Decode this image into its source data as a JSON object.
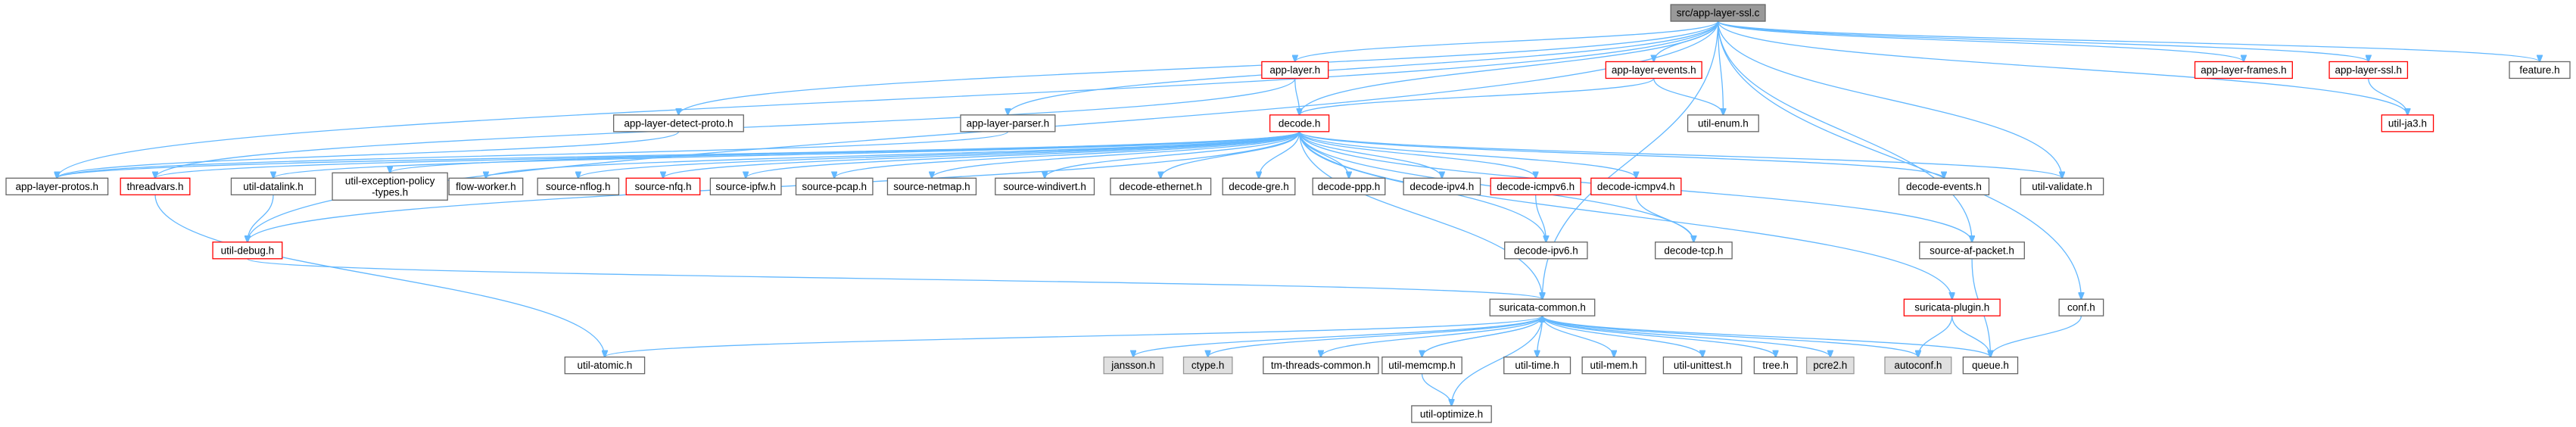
{
  "colors": {
    "edge": "#63b8ff",
    "root_fill": "#999999",
    "root_border": "#666666",
    "normal_fill": "#ffffff",
    "normal_border": "#666666",
    "red_border": "#ff0000",
    "grey_fill": "#e0e0e0",
    "grey_border": "#999999"
  },
  "nodes": [
    {
      "id": "root",
      "label": "src/app-layer-ssl.c",
      "style": "root"
    },
    {
      "id": "applayer",
      "label": "app-layer.h",
      "style": "red"
    },
    {
      "id": "alevents",
      "label": "app-layer-events.h",
      "style": "red"
    },
    {
      "id": "alframes",
      "label": "app-layer-frames.h",
      "style": "red"
    },
    {
      "id": "alssl",
      "label": "app-layer-ssl.h",
      "style": "red"
    },
    {
      "id": "feature",
      "label": "feature.h",
      "style": "normal"
    },
    {
      "id": "detectproto",
      "label": "app-layer-detect-proto.h",
      "style": "normal"
    },
    {
      "id": "alparser",
      "label": "app-layer-parser.h",
      "style": "normal"
    },
    {
      "id": "utilenum",
      "label": "util-enum.h",
      "style": "normal"
    },
    {
      "id": "utilja3",
      "label": "util-ja3.h",
      "style": "red"
    },
    {
      "id": "decode",
      "label": "decode.h",
      "style": "red"
    },
    {
      "id": "alprotos",
      "label": "app-layer-protos.h",
      "style": "normal"
    },
    {
      "id": "threadvars",
      "label": "threadvars.h",
      "style": "red"
    },
    {
      "id": "utildatalink",
      "label": "util-datalink.h",
      "style": "normal"
    },
    {
      "id": "utilexc",
      "label": "util-exception-policy\n-types.h",
      "style": "normal"
    },
    {
      "id": "flowworker",
      "label": "flow-worker.h",
      "style": "normal"
    },
    {
      "id": "srcnflog",
      "label": "source-nflog.h",
      "style": "normal"
    },
    {
      "id": "srcnfq",
      "label": "source-nfq.h",
      "style": "red"
    },
    {
      "id": "srcipfw",
      "label": "source-ipfw.h",
      "style": "normal"
    },
    {
      "id": "srcpcap",
      "label": "source-pcap.h",
      "style": "normal"
    },
    {
      "id": "srcnetmap",
      "label": "source-netmap.h",
      "style": "normal"
    },
    {
      "id": "srcwindivert",
      "label": "source-windivert.h",
      "style": "normal"
    },
    {
      "id": "decether",
      "label": "decode-ethernet.h",
      "style": "normal"
    },
    {
      "id": "decgre",
      "label": "decode-gre.h",
      "style": "normal"
    },
    {
      "id": "decppp",
      "label": "decode-ppp.h",
      "style": "normal"
    },
    {
      "id": "decipv4",
      "label": "decode-ipv4.h",
      "style": "normal"
    },
    {
      "id": "decicmpv6",
      "label": "decode-icmpv6.h",
      "style": "red"
    },
    {
      "id": "decicmpv4",
      "label": "decode-icmpv4.h",
      "style": "red"
    },
    {
      "id": "decevents",
      "label": "decode-events.h",
      "style": "normal"
    },
    {
      "id": "utilvalidate",
      "label": "util-validate.h",
      "style": "normal"
    },
    {
      "id": "utildebug",
      "label": "util-debug.h",
      "style": "red"
    },
    {
      "id": "decipv6",
      "label": "decode-ipv6.h",
      "style": "normal"
    },
    {
      "id": "dectcp",
      "label": "decode-tcp.h",
      "style": "normal"
    },
    {
      "id": "srcafpacket",
      "label": "source-af-packet.h",
      "style": "normal"
    },
    {
      "id": "conf",
      "label": "conf.h",
      "style": "normal"
    },
    {
      "id": "suricommon",
      "label": "suricata-common.h",
      "style": "normal"
    },
    {
      "id": "suriplugin",
      "label": "suricata-plugin.h",
      "style": "red"
    },
    {
      "id": "utilatomic",
      "label": "util-atomic.h",
      "style": "normal"
    },
    {
      "id": "jansson",
      "label": "jansson.h",
      "style": "grey"
    },
    {
      "id": "ctype",
      "label": "ctype.h",
      "style": "grey"
    },
    {
      "id": "tmthreads",
      "label": "tm-threads-common.h",
      "style": "normal"
    },
    {
      "id": "utilmemcmp",
      "label": "util-memcmp.h",
      "style": "normal"
    },
    {
      "id": "utiltime",
      "label": "util-time.h",
      "style": "normal"
    },
    {
      "id": "utilmem",
      "label": "util-mem.h",
      "style": "normal"
    },
    {
      "id": "utilunittest",
      "label": "util-unittest.h",
      "style": "normal"
    },
    {
      "id": "tree",
      "label": "tree.h",
      "style": "normal"
    },
    {
      "id": "pcre2",
      "label": "pcre2.h",
      "style": "grey"
    },
    {
      "id": "autoconf",
      "label": "autoconf.h",
      "style": "grey"
    },
    {
      "id": "queue",
      "label": "queue.h",
      "style": "normal"
    },
    {
      "id": "utiloptimize",
      "label": "util-optimize.h",
      "style": "normal"
    }
  ],
  "edges": [
    [
      "root",
      "applayer"
    ],
    [
      "root",
      "alevents"
    ],
    [
      "root",
      "alframes"
    ],
    [
      "root",
      "alssl"
    ],
    [
      "root",
      "feature"
    ],
    [
      "root",
      "detectproto"
    ],
    [
      "root",
      "alparser"
    ],
    [
      "root",
      "utilenum"
    ],
    [
      "root",
      "utilja3"
    ],
    [
      "root",
      "decode"
    ],
    [
      "root",
      "alprotos"
    ],
    [
      "root",
      "utildebug"
    ],
    [
      "root",
      "utilvalidate"
    ],
    [
      "root",
      "srcafpacket"
    ],
    [
      "root",
      "conf"
    ],
    [
      "root",
      "suricommon"
    ],
    [
      "applayer",
      "decode"
    ],
    [
      "applayer",
      "threadvars"
    ],
    [
      "alevents",
      "utilenum"
    ],
    [
      "alevents",
      "decode"
    ],
    [
      "alssl",
      "utilja3"
    ],
    [
      "detectproto",
      "alprotos"
    ],
    [
      "alparser",
      "alprotos"
    ],
    [
      "decode",
      "alprotos"
    ],
    [
      "decode",
      "threadvars"
    ],
    [
      "decode",
      "utildatalink"
    ],
    [
      "decode",
      "utilexc"
    ],
    [
      "decode",
      "flowworker"
    ],
    [
      "decode",
      "srcnflog"
    ],
    [
      "decode",
      "srcnfq"
    ],
    [
      "decode",
      "srcipfw"
    ],
    [
      "decode",
      "srcpcap"
    ],
    [
      "decode",
      "srcnetmap"
    ],
    [
      "decode",
      "srcwindivert"
    ],
    [
      "decode",
      "decether"
    ],
    [
      "decode",
      "decgre"
    ],
    [
      "decode",
      "decppp"
    ],
    [
      "decode",
      "decipv4"
    ],
    [
      "decode",
      "decicmpv6"
    ],
    [
      "decode",
      "decicmpv4"
    ],
    [
      "decode",
      "decevents"
    ],
    [
      "decode",
      "utilvalidate"
    ],
    [
      "decode",
      "utildebug"
    ],
    [
      "decode",
      "decipv6"
    ],
    [
      "decode",
      "dectcp"
    ],
    [
      "decode",
      "srcafpacket"
    ],
    [
      "decode",
      "suricommon"
    ],
    [
      "decode",
      "suriplugin"
    ],
    [
      "decicmpv6",
      "decipv6"
    ],
    [
      "decicmpv4",
      "dectcp"
    ],
    [
      "utildatalink",
      "utildebug"
    ],
    [
      "threadvars",
      "utilatomic"
    ],
    [
      "utildebug",
      "suricommon"
    ],
    [
      "srcafpacket",
      "queue"
    ],
    [
      "conf",
      "queue"
    ],
    [
      "suriplugin",
      "queue"
    ],
    [
      "suriplugin",
      "autoconf"
    ],
    [
      "suricommon",
      "utilatomic"
    ],
    [
      "suricommon",
      "jansson"
    ],
    [
      "suricommon",
      "ctype"
    ],
    [
      "suricommon",
      "tmthreads"
    ],
    [
      "suricommon",
      "utilmemcmp"
    ],
    [
      "suricommon",
      "utiltime"
    ],
    [
      "suricommon",
      "utilmem"
    ],
    [
      "suricommon",
      "utilunittest"
    ],
    [
      "suricommon",
      "tree"
    ],
    [
      "suricommon",
      "pcre2"
    ],
    [
      "suricommon",
      "autoconf"
    ],
    [
      "suricommon",
      "queue"
    ],
    [
      "suricommon",
      "utiloptimize"
    ],
    [
      "utilmemcmp",
      "utiloptimize"
    ],
    [
      "utilmemcmp",
      "suricommon"
    ]
  ]
}
